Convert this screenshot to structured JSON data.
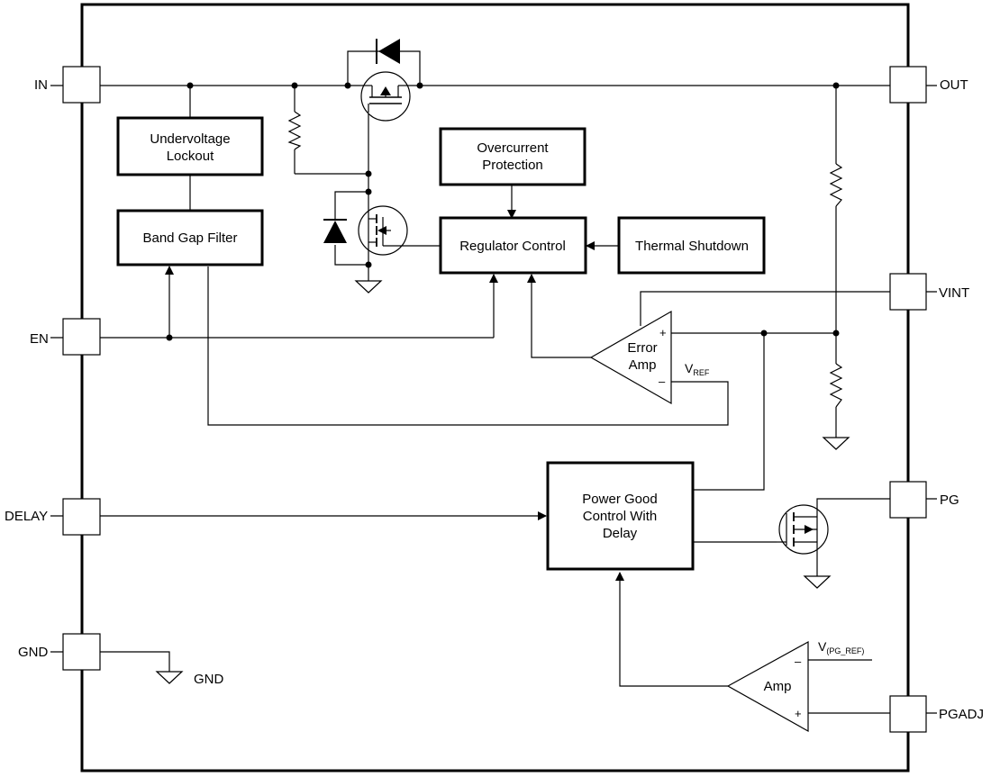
{
  "pins": {
    "in": "IN",
    "en": "EN",
    "delay": "DELAY",
    "gnd": "GND",
    "out": "OUT",
    "vint": "VINT",
    "pg": "PG",
    "pgadj": "PGADJ"
  },
  "gnd_symbol_label": "GND",
  "blocks": {
    "uvlo": [
      "Undervoltage",
      "Lockout"
    ],
    "bandgap": "Band Gap Filter",
    "overcurrent": [
      "Overcurrent",
      "Protection"
    ],
    "regulator": "Regulator Control",
    "thermal": "Thermal Shutdown",
    "power_good": [
      "Power Good",
      "Control With",
      "Delay"
    ]
  },
  "error_amp": {
    "label": [
      "Error",
      "Amp"
    ],
    "plus": "+",
    "minus": "–",
    "vref_main": "V",
    "vref_sub": "REF"
  },
  "pg_amp": {
    "label": "Amp",
    "plus": "+",
    "minus": "–",
    "vref_main": "V",
    "vref_sub": "(PG_REF)"
  }
}
